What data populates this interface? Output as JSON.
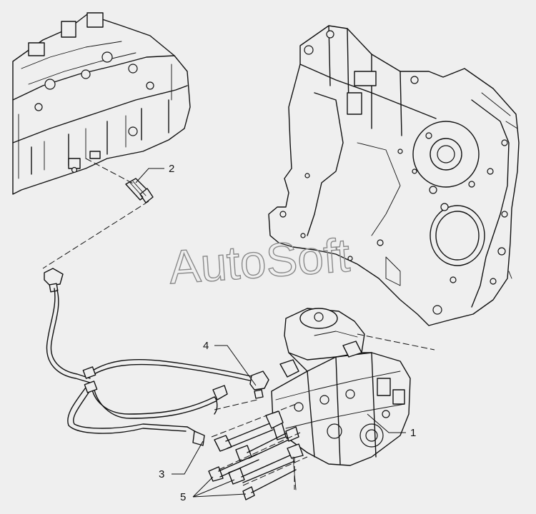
{
  "diagram": {
    "watermark": "AutoSoft",
    "callouts": [
      {
        "id": "1",
        "text": "1"
      },
      {
        "id": "2",
        "text": "2"
      },
      {
        "id": "3",
        "text": "3"
      },
      {
        "id": "4",
        "text": "4"
      },
      {
        "id": "5",
        "text": "5"
      }
    ]
  }
}
